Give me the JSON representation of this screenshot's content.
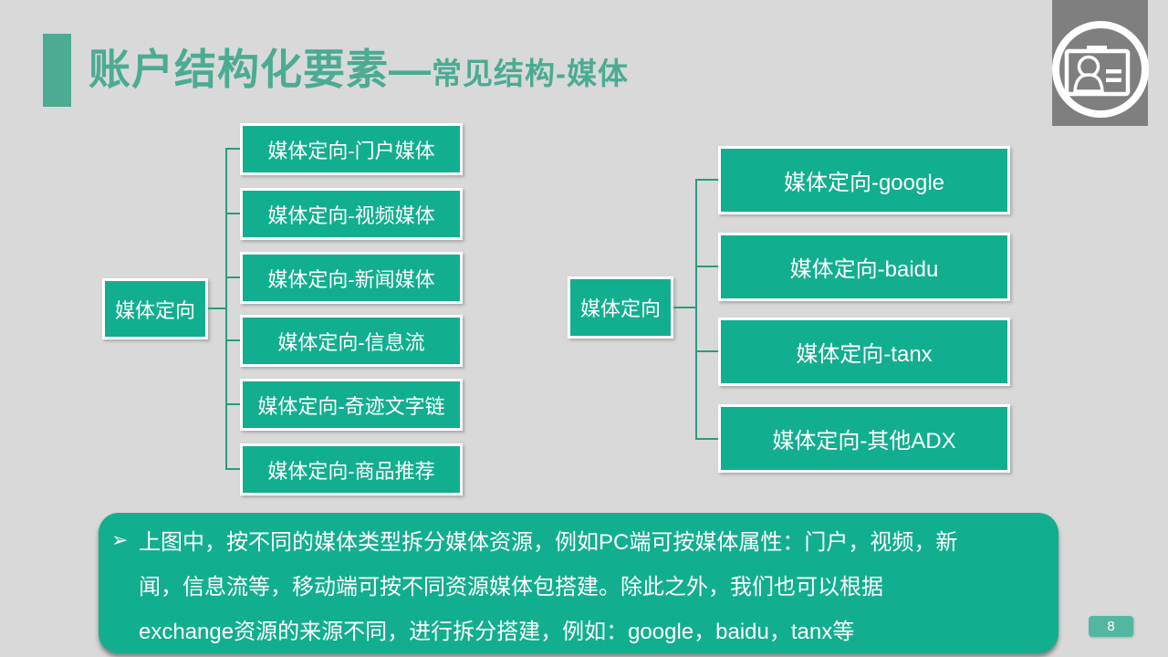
{
  "slide": {
    "title": {
      "main": "账户结构化要素—",
      "sub": "常见结构-媒体"
    },
    "trees": [
      {
        "parent": "媒体定向",
        "children": [
          "媒体定向-门户媒体",
          "媒体定向-视频媒体",
          "媒体定向-新闻媒体",
          "媒体定向-信息流",
          "媒体定向-奇迹文字链",
          "媒体定向-商品推荐"
        ]
      },
      {
        "parent": "媒体定向",
        "children": [
          "媒体定向-google",
          "媒体定向-baidu",
          "媒体定向-tanx",
          "媒体定向-其他ADX"
        ]
      }
    ],
    "note": {
      "bullet": "➢",
      "lines": [
        "上图中，按不同的媒体类型拆分媒体资源，例如PC端可按媒体属性：门户，视频，新",
        "闻，信息流等，移动端可按不同资源媒体包搭建。除此之外，我们也可以根据",
        "exchange资源的来源不同，进行拆分搭建，例如：google，baidu，tanx等"
      ]
    },
    "page_number": "8",
    "colors": {
      "background": "#d9d9d9",
      "title_green": "#4bab93",
      "node_fill": "#12ae90",
      "connector": "#2a9b80",
      "badge_fill": "#53b6a1",
      "icon_gray": "#7f7f7f",
      "text_white": "#ffffff"
    }
  }
}
